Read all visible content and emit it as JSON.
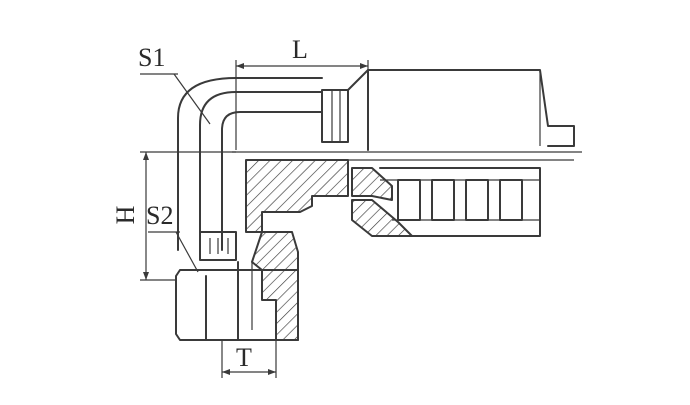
{
  "labels": {
    "L": "L",
    "S1": "S1",
    "H": "H",
    "S2": "S2",
    "T": "T"
  },
  "colors": {
    "line": "#3a3a3a",
    "background": "#ffffff"
  }
}
